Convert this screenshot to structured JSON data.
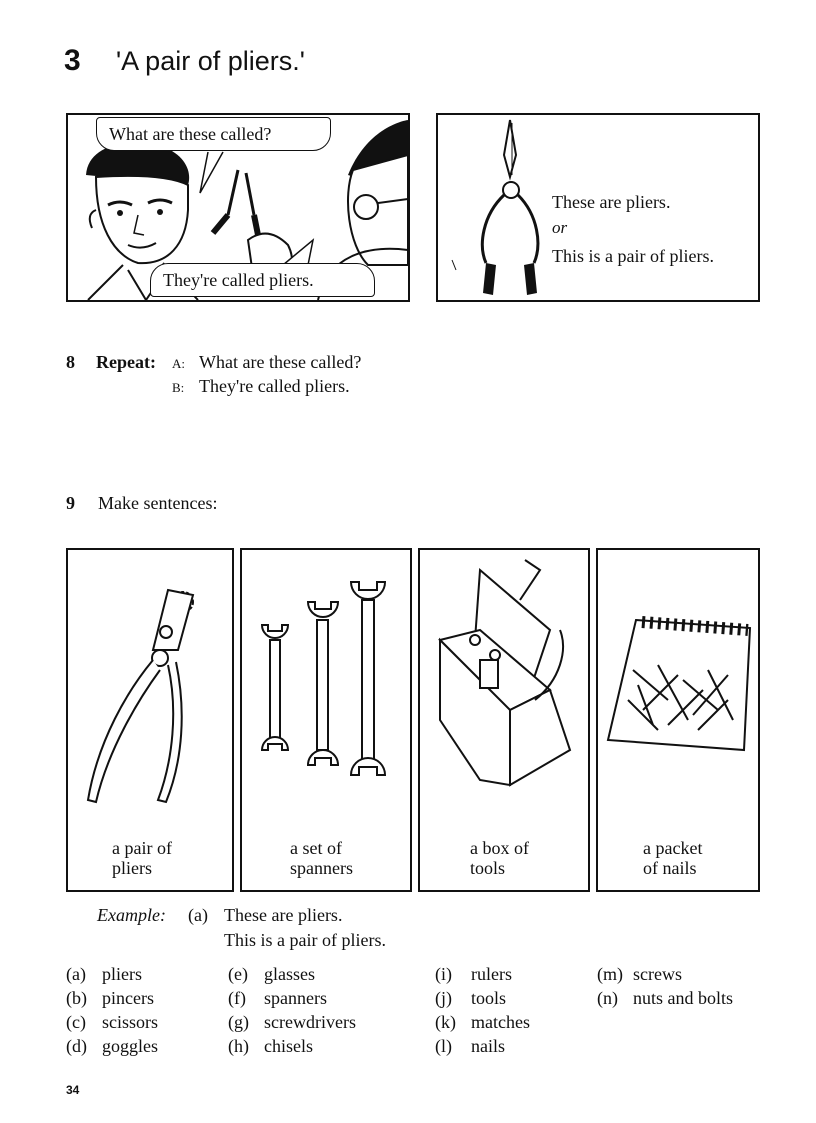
{
  "title": {
    "number": "3",
    "text": "'A pair of pliers.'"
  },
  "comic": {
    "question_bubble": "What are these called?",
    "answer_bubble": "They're called pliers."
  },
  "pliers_panel": {
    "line1": "These are pliers.",
    "line2": "or",
    "line3": "This is a pair of pliers."
  },
  "exercise8": {
    "number": "8",
    "label": "Repeat:",
    "a_speaker": "A:",
    "a_text": "What are these called?",
    "b_speaker": "B:",
    "b_text": "They're called pliers."
  },
  "exercise9": {
    "number": "9",
    "label": "Make sentences:"
  },
  "picture_captions": [
    {
      "line1": "a pair of",
      "line2": "pliers"
    },
    {
      "line1": "a set of",
      "line2": "spanners"
    },
    {
      "line1": "a box of",
      "line2": "tools"
    },
    {
      "line1": "a packet",
      "line2": "of nails"
    }
  ],
  "example": {
    "label": "Example:",
    "letter": "(a)",
    "line1": "These are pliers.",
    "line2": "This is a pair of pliers."
  },
  "word_list": [
    [
      {
        "label": "(a)",
        "word": "pliers"
      },
      {
        "label": "(b)",
        "word": "pincers"
      },
      {
        "label": "(c)",
        "word": "scissors"
      },
      {
        "label": "(d)",
        "word": "goggles"
      }
    ],
    [
      {
        "label": "(e)",
        "word": "glasses"
      },
      {
        "label": "(f)",
        "word": "spanners"
      },
      {
        "label": "(g)",
        "word": "screwdrivers"
      },
      {
        "label": "(h)",
        "word": "chisels"
      }
    ],
    [
      {
        "label": "(i)",
        "word": "rulers"
      },
      {
        "label": "(j)",
        "word": "tools"
      },
      {
        "label": "(k)",
        "word": "matches"
      },
      {
        "label": "(l)",
        "word": "nails"
      }
    ],
    [
      {
        "label": "(m)",
        "word": "screws"
      },
      {
        "label": "(n)",
        "word": "nuts and bolts"
      }
    ]
  ],
  "page_number": "34"
}
